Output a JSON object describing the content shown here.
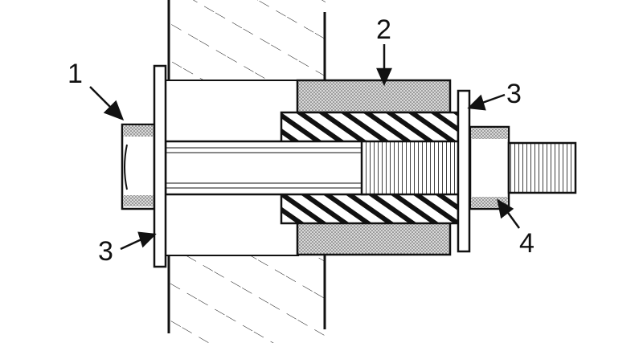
{
  "diagram": {
    "callouts": [
      {
        "label": "1",
        "part": "bolt-head"
      },
      {
        "label": "2",
        "part": "outer-sleeve"
      },
      {
        "label": "3",
        "part": "washer-right"
      },
      {
        "label": "3",
        "part": "washer-left"
      },
      {
        "label": "4",
        "part": "nut"
      }
    ],
    "colors": {
      "ink": "#111111",
      "stipple": "#bdbdbd",
      "paper": "#ffffff"
    }
  }
}
